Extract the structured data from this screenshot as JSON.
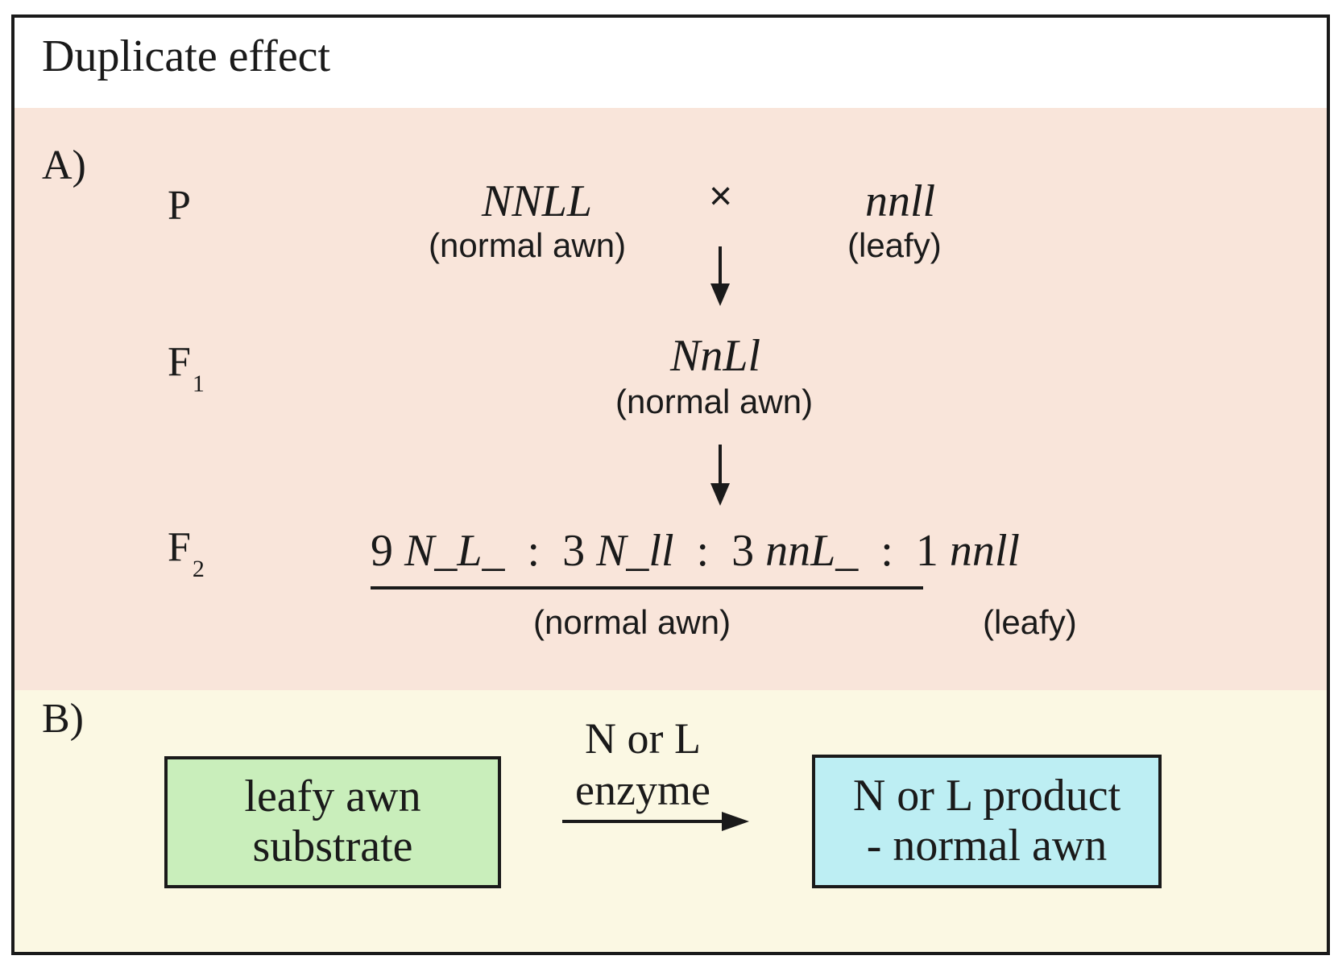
{
  "title": "Duplicate effect",
  "panel_a": {
    "label": "A)",
    "rows": {
      "p_label": "P",
      "f1_label_main": "F",
      "f1_label_sub": "1",
      "f2_label_main": "F",
      "f2_label_sub": "2"
    },
    "parent1_genotype": "NNLL",
    "parent1_phenotype": "(normal awn)",
    "cross_symbol": "×",
    "parent2_genotype": "nnll",
    "parent2_phenotype": "(leafy)",
    "f1_genotype": "NnLl",
    "f1_phenotype": "(normal awn)",
    "f2": {
      "c1_num": "9",
      "c1_geno": "N_L_",
      "sep1": ":",
      "c2_num": "3",
      "c2_geno": "N_ll",
      "sep2": ":",
      "c3_num": "3",
      "c3_geno": "nnL_",
      "sep3": ":",
      "c4_num": "1",
      "c4_geno": "nnll",
      "group_phenotype": "(normal awn)",
      "last_phenotype": "(leafy)"
    }
  },
  "panel_b": {
    "label": "B)",
    "substrate_line1": "leafy awn",
    "substrate_line2": "substrate",
    "enzyme_line1": "N or L",
    "enzyme_line2": "enzyme",
    "product_line1": "N or L product",
    "product_line2": "- normal awn",
    "colors": {
      "substrate_fill": "#c9eebb",
      "product_fill": "#bdeef3"
    }
  },
  "colors": {
    "panel_a_bg": "#f9e5da",
    "panel_b_bg": "#fbf8e3",
    "ink": "#1a1a1a"
  }
}
